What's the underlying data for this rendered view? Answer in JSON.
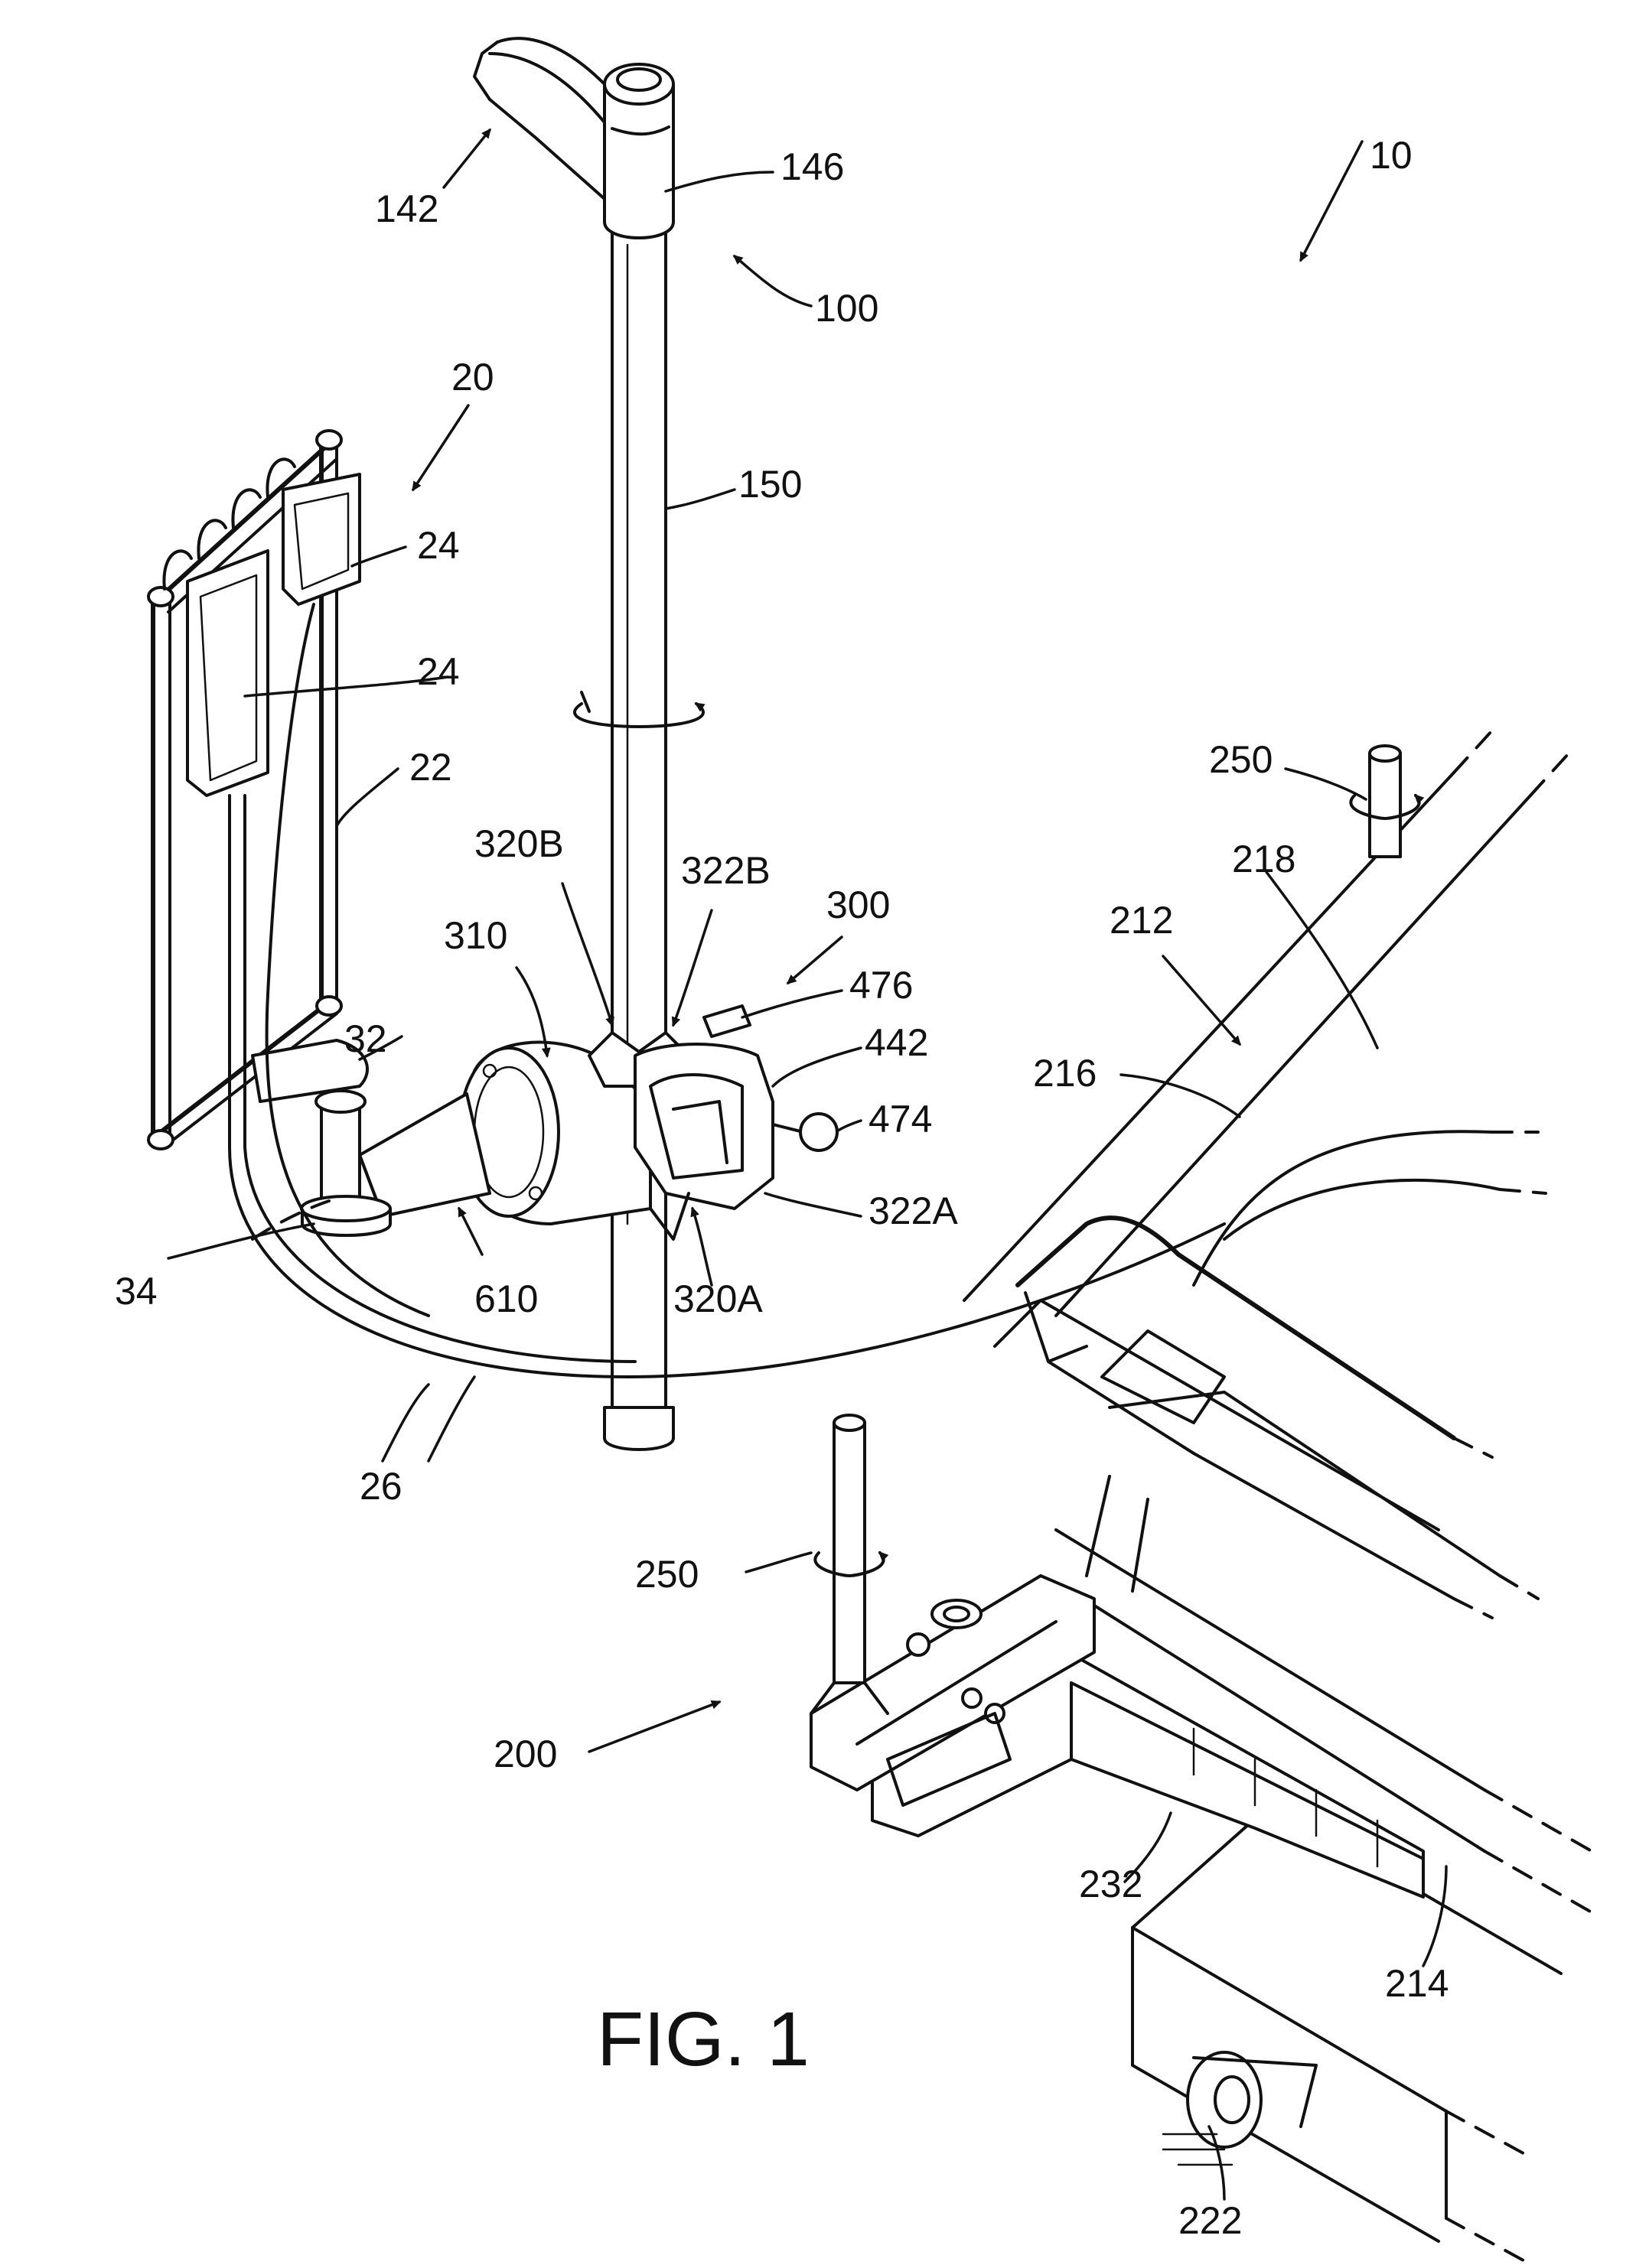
{
  "figure": {
    "caption": "FIG. 1",
    "labels": {
      "l10": "10",
      "l100": "100",
      "l142": "142",
      "l146": "146",
      "l150": "150",
      "l20": "20",
      "l24a": "24",
      "l24b": "24",
      "l22": "22",
      "l32": "32",
      "l34": "34",
      "l610": "610",
      "l26": "26",
      "l310": "310",
      "l320B": "320B",
      "l322B": "322B",
      "l300": "300",
      "l476": "476",
      "l442": "442",
      "l474": "474",
      "l322A": "322A",
      "l320A": "320A",
      "l250a": "250",
      "l250b": "250",
      "l218": "218",
      "l212": "212",
      "l216": "216",
      "l200": "200",
      "l232": "232",
      "l214": "214",
      "l222": "222"
    }
  }
}
